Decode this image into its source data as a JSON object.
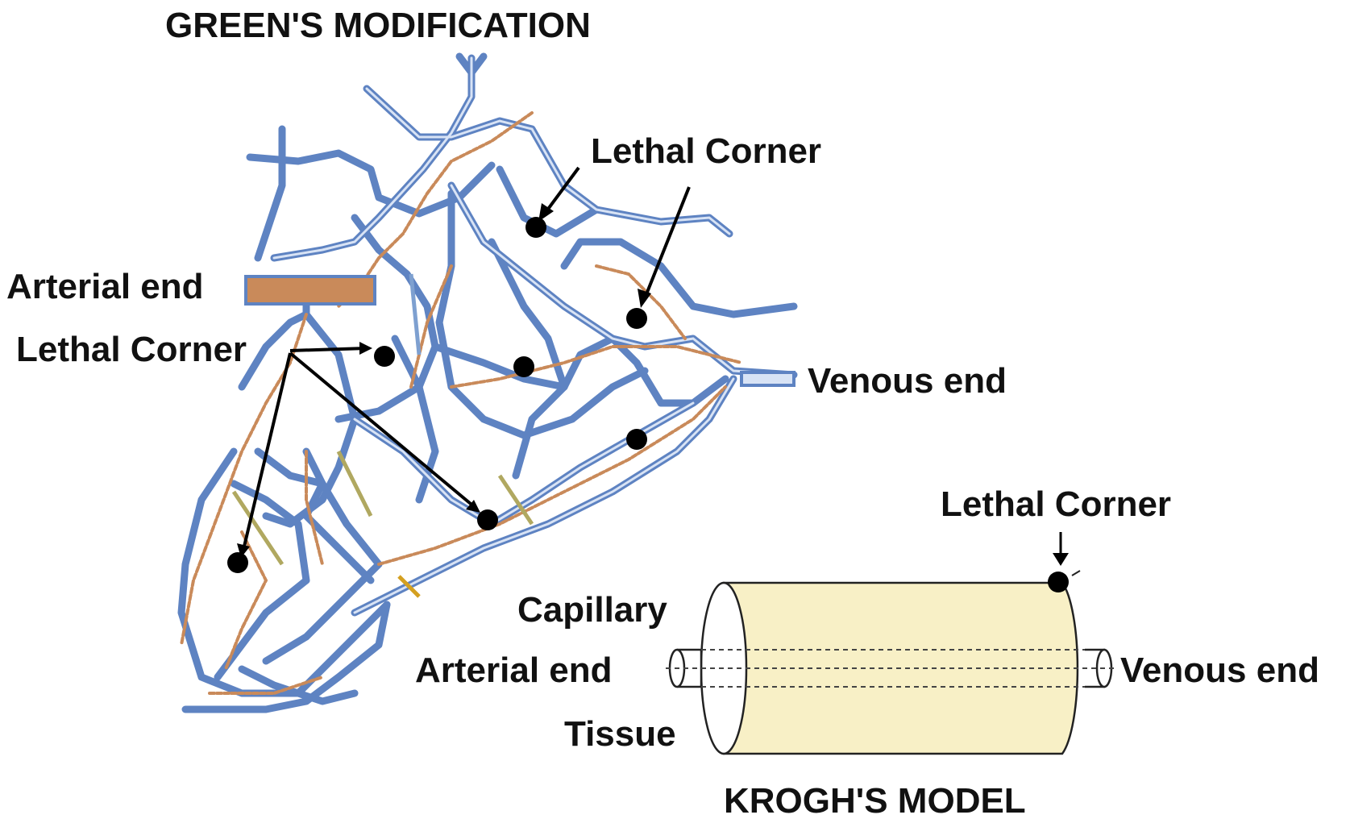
{
  "titles": {
    "greens": "GREEN'S MODIFICATION",
    "kroghs": "KROGH'S MODEL"
  },
  "greens_labels": {
    "lethal_corner_top": "Lethal Corner",
    "arterial_end": "Arterial end",
    "lethal_corner_left": "Lethal Corner",
    "venous_end": "Venous end"
  },
  "krogh_labels": {
    "lethal_corner": "Lethal Corner",
    "capillary": "Capillary",
    "arterial_end": "Arterial end",
    "tissue": "Tissue",
    "venous_end": "Venous end"
  },
  "colors": {
    "vessel_blue": "#5e83c2",
    "vessel_orange": "#c98a5a",
    "vessel_olive": "#b0a860",
    "tissue_fill": "#f8f0c6",
    "marker": "#000000"
  }
}
